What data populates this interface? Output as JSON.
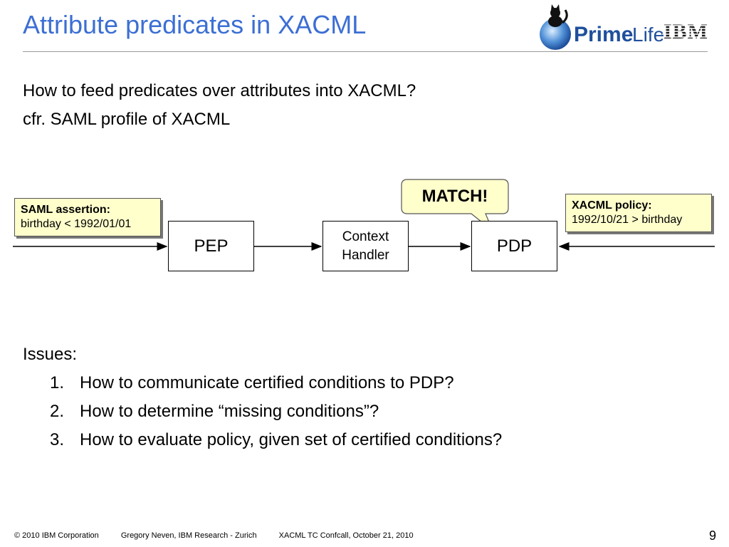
{
  "slide": {
    "title": "Attribute predicates in XACML",
    "lines": [
      "How to feed predicates over attributes into XACML?",
      "cfr. SAML profile of XACML"
    ]
  },
  "logos": {
    "primelife": "PrimeLife",
    "ibm": "IBM"
  },
  "diagram": {
    "saml_note": {
      "heading": "SAML assertion:",
      "body": "birthday < 1992/01/01"
    },
    "xacml_note": {
      "heading": "XACML policy:",
      "body": "1992/10/21 > birthday"
    },
    "pep_label": "PEP",
    "context_label_1": "Context",
    "context_label_2": "Handler",
    "pdp_label": "PDP",
    "match_label": "MATCH!"
  },
  "issues": {
    "heading": "Issues:",
    "items": [
      {
        "num": "1.",
        "text": "How to communicate certified conditions to PDP?"
      },
      {
        "num": "2.",
        "text": "How to determine “missing conditions”?"
      },
      {
        "num": "3.",
        "text": "How to evaluate policy, given set of certified conditions?"
      }
    ]
  },
  "footer": {
    "copyright": "© 2010 IBM Corporation",
    "author": "Gregory Neven, IBM Research - Zurich",
    "event": "XACML TC Confcall, October 21, 2010",
    "page": "9"
  },
  "colors": {
    "title": "#3c6fd4",
    "note_fill": "#ffffcc",
    "primelife_blue": "#1f4f9c"
  }
}
